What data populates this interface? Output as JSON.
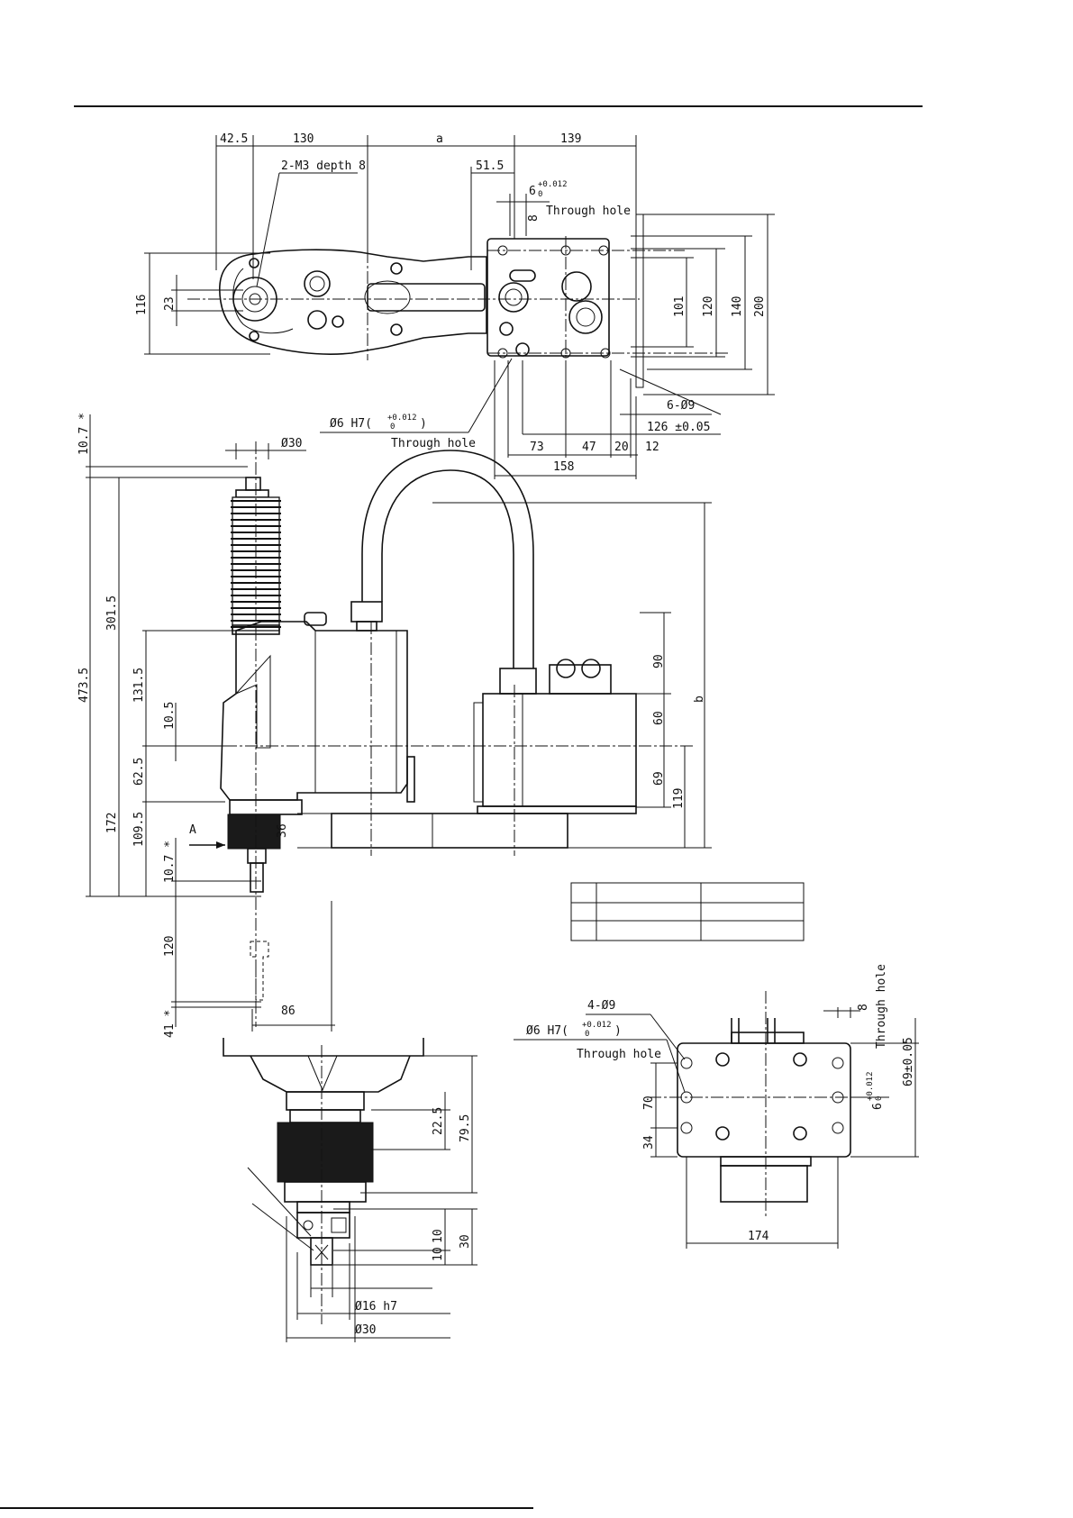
{
  "drawing": {
    "top_view": {
      "dims": {
        "d42_5": "42.5",
        "d130": "130",
        "da": "a",
        "d139": "139",
        "d51_5": "51.5",
        "d116": "116",
        "d23": "23",
        "d101": "101",
        "d120": "120",
        "d140": "140",
        "d200": "200",
        "d126": "126 ±0.05",
        "d73": "73",
        "d47": "47",
        "d20": "20",
        "d12": "12",
        "d158": "158",
        "d8": "8"
      },
      "notes": {
        "tapped": "2-M3 depth 8",
        "pin_hole": "6",
        "pin_tol": "+0.012",
        "pin_tol_low": "0",
        "through_hole_1": "Through hole",
        "holes_6": "6-Ø9",
        "h7_hole": "Ø6 H7(",
        "h7_tol": "+0.012",
        "h7_tol_low": "0",
        "h7_close": ")",
        "through_hole_2": "Through hole"
      }
    },
    "side_view": {
      "dims": {
        "d10_7_top": "10.7 *",
        "d30_top": "Ø30",
        "d473_5": "473.5",
        "d301_5": "301.5",
        "d131_5": "131.5",
        "d10_5": "10.5",
        "d62_5": "62.5",
        "d172": "172",
        "d109_5": "109.5",
        "d10_7_bot": "10.7 *",
        "d120": "120",
        "d41": "41 *",
        "d86": "86",
        "d36": "36",
        "d90": "90",
        "d60": "60",
        "d69": "69",
        "d119": "119",
        "db": "b"
      },
      "arrow_a": "A"
    },
    "table": {
      "rows": 3,
      "cols": 3
    },
    "detail_a": {
      "dims": {
        "d22_5": "22.5",
        "d79_5": "79.5",
        "d10a": "10",
        "d10b": "10",
        "d30": "30",
        "d16h7": "Ø16  h7",
        "d30b": "Ø30"
      }
    },
    "base_view": {
      "dims": {
        "holes_4": "4-Ø9",
        "h7_hole": "Ø6 H7(",
        "h7_tol": "+0.012",
        "h7_tol_low": "0",
        "h7_close": ")",
        "through": "Through hole",
        "d70": "70",
        "d34": "34",
        "d174": "174",
        "d8": "8",
        "pin": "6",
        "pin_tol": "+0.012",
        "pin_tol_low": "0",
        "through_v": "Through hole",
        "d69": "69±0.05"
      }
    }
  }
}
